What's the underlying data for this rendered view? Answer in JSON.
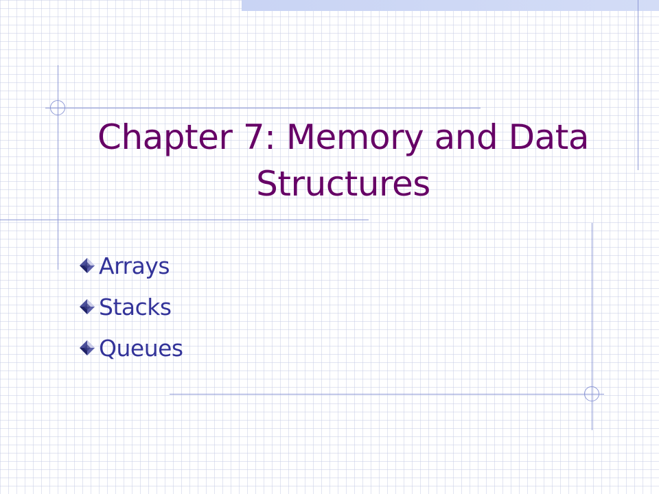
{
  "slide": {
    "title": "Chapter 7: Memory and Data Structures",
    "bullets": [
      {
        "label": "Arrays"
      },
      {
        "label": "Stacks"
      },
      {
        "label": "Queues"
      }
    ]
  },
  "colors": {
    "title": "#660066",
    "bullet_text": "#333399",
    "accent_line": "#8e99d6",
    "grid": "#c8cee6",
    "top_band": "#c9d4f4"
  },
  "icons": {
    "bullet": "diamond-bullet-icon"
  }
}
